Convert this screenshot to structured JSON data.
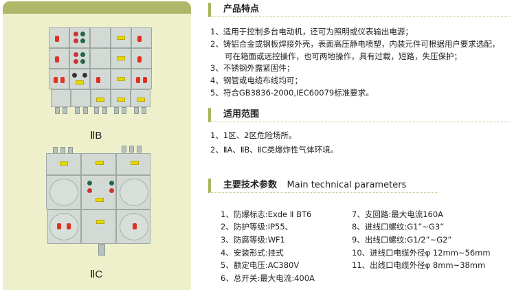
{
  "products": [
    {
      "label": "ⅡB"
    },
    {
      "label": "ⅡC"
    }
  ],
  "features": {
    "title": "产品特点",
    "items": [
      "1、适用于控制多台电动机，还可为照明或仪表输出电源；",
      "2、铸铝合金或钢板焊接外壳，表面高压静电喷塑，内装元件可根据用户要求选配，",
      "可在箱面或远控操作，也可两地操作，具有过载，短路，失压保护；",
      "3、不锈钢外露紧固件；",
      "4、钢管或电缆布线均可；",
      "5、符合GB3836-2000,IEC60079标准要求。"
    ]
  },
  "scope": {
    "title": "适用范围",
    "items": [
      "1、1区、2区危险场所。",
      "2、ⅡA、ⅡB、ⅡC类爆炸性气体环境。"
    ]
  },
  "params": {
    "title": "主要技术参数",
    "title_en": "Main technical parameters",
    "left": [
      "1、防爆标志:Exde Ⅱ BT6",
      "2、防护等级:IP55、",
      "3、防腐等级:WF1",
      "4、安装形式:挂式",
      "5、额定电压:AC380V",
      "6、总开关:最大电流:400A"
    ],
    "right": [
      "7、支回路:最大电流160A",
      "8、进线口螺纹:G1”~G3”",
      "9、出线口螺纹:G1/2”~G2”",
      "10、进线口电缆外径φ 12mm~56mm",
      "11、出线口电缆外径φ 8mm~38mm"
    ]
  }
}
